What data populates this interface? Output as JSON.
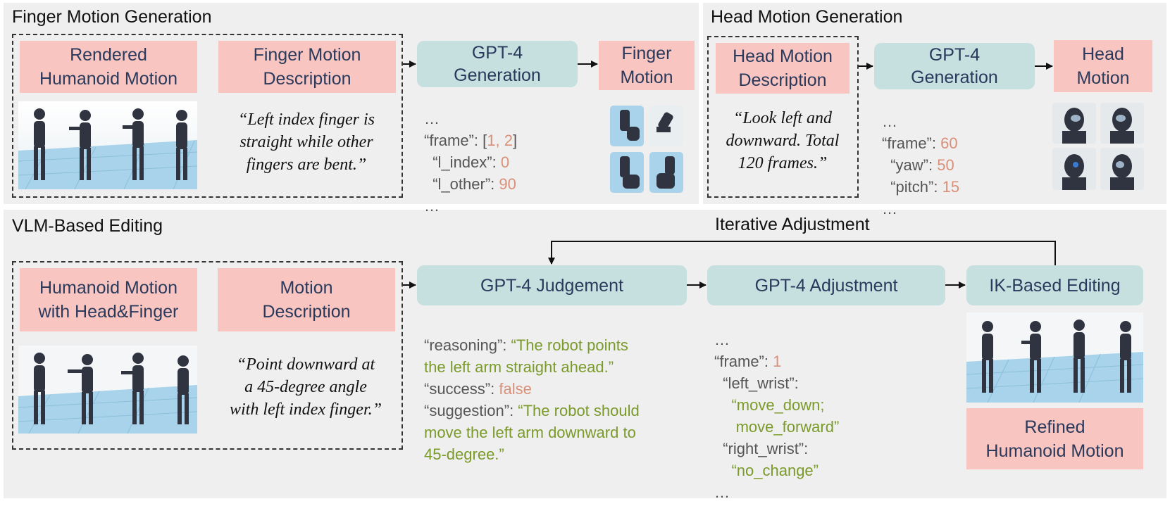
{
  "finger": {
    "title": "Finger Motion Generation",
    "rendered": "Rendered\nHumanoid Motion",
    "description": "Finger Motion\nDescription",
    "quote": "“Left index finger is\nstraight while other\nfingers are bent.”",
    "gpt": "GPT-4\nGeneration",
    "output": "Finger\nMotion",
    "code": {
      "ellipsis_top": "…",
      "frame_key": "“frame”: [",
      "frame_val": "1, 2",
      "frame_end": "]",
      "l_index_key": "“l_index”: ",
      "l_index_val": "0",
      "l_other_key": "“l_other”: ",
      "l_other_val": "90",
      "ellipsis_bottom": "…"
    }
  },
  "head": {
    "title": "Head Motion Generation",
    "description": "Head Motion\nDescription",
    "quote": "“Look left and\ndownward. Total\n120 frames.”",
    "gpt": "GPT-4\nGeneration",
    "output": "Head\nMotion",
    "code": {
      "ellipsis_top": "…",
      "frame_key": "“frame”: ",
      "frame_val": "60",
      "yaw_key": "“yaw”: ",
      "yaw_val": "50",
      "pitch_key": "“pitch”: ",
      "pitch_val": "15",
      "ellipsis_bottom": "…"
    }
  },
  "vlm": {
    "title": "VLM-Based Editing",
    "iterative": "Iterative Adjustment",
    "humanoid": "Humanoid Motion\nwith Head&Finger",
    "description": "Motion\nDescription",
    "quote": "“Point downward at\na 45-degree angle\nwith left index finger.”",
    "judgement": "GPT-4 Judgement",
    "adjustment": "GPT-4 Adjustment",
    "ik": "IK-Based Editing",
    "refined": "Refined\nHumanoid Motion",
    "judge_code": {
      "reasoning_key": "“reasoning”: ",
      "reasoning_val1": "“The robot points",
      "reasoning_val2": "the left arm straight ahead.”",
      "success_key": "“success”: ",
      "success_val": "false",
      "suggestion_key": "“suggestion”: ",
      "suggestion_val1": "“The robot should",
      "suggestion_val2": "move the left arm downward to",
      "suggestion_val3": "45-degree.”"
    },
    "adjust_code": {
      "ellipsis_top": "…",
      "frame_key": "“frame”: ",
      "frame_val": "1",
      "left_wrist_key": "“left_wrist”:",
      "left_wrist_val1": "“move_down;",
      "left_wrist_val2": "move_forward”",
      "right_wrist_key": "“right_wrist”:",
      "right_wrist_val": "“no_change”",
      "ellipsis_bottom": "…"
    }
  },
  "colors": {
    "panel": "#efefef",
    "pink": "#f8c5c0",
    "teal": "#c6e0e0",
    "number": "#d99079",
    "green": "#7a9a2a"
  }
}
